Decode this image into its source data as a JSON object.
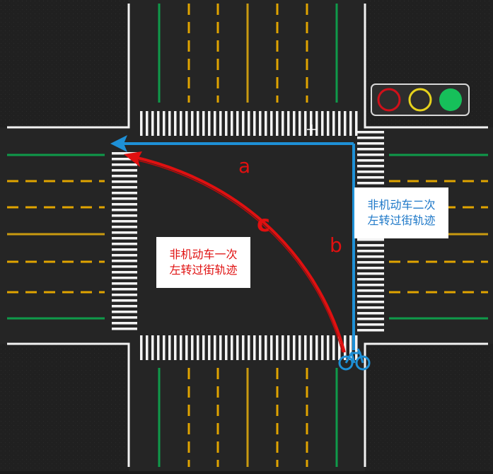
{
  "labels": {
    "a": "a",
    "b": "b",
    "c": "c"
  },
  "boxes": {
    "one_step": {
      "line1": "非机动车一次",
      "line2": "左转过街轨迹"
    },
    "two_step": {
      "line1": "非机动车二次",
      "line2": "左转过街轨迹"
    }
  },
  "traffic_light": {
    "lamps": [
      "red",
      "yellow",
      "green"
    ],
    "active": "green"
  },
  "icons": {
    "bicycle": "bicycle-icon",
    "cursor": "crosshair-cursor-icon"
  },
  "colors": {
    "road": "#222222",
    "background": "#1a1a1a",
    "white_line": "#f2f2f2",
    "yellow_dash": "#e0a400",
    "solid_yellow": "#c99a10",
    "green_line": "#0f9a4a",
    "two_step_path": "#1e90d6",
    "one_step_path": "#e01010",
    "red_text": "#e01010",
    "blue_text": "#1e78c8",
    "lamp_red": "#d0101a",
    "lamp_yellow": "#e6d21c",
    "lamp_green": "#16c05a"
  }
}
